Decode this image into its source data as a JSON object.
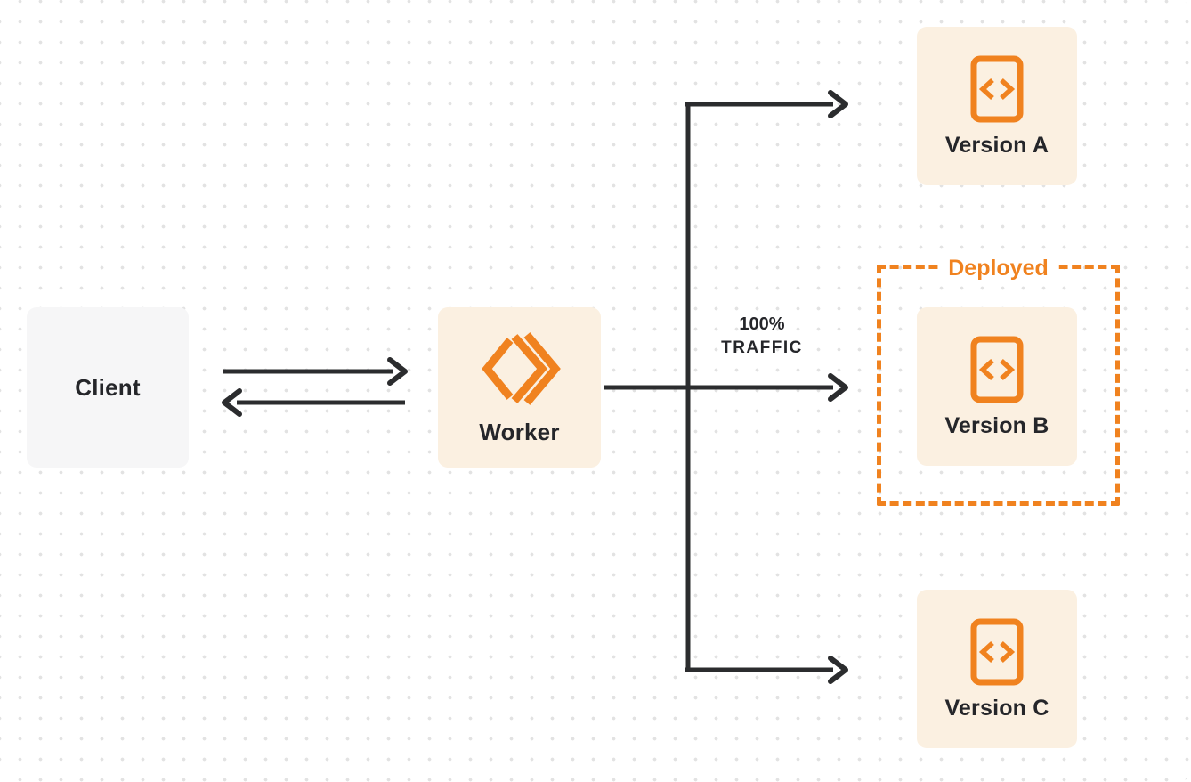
{
  "colors": {
    "accent_orange": "#f0821f",
    "cream_fill": "#fbf0e1",
    "client_fill": "#f6f6f7",
    "ink": "#25262a",
    "arrow": "#2b2c2e",
    "dot": "#e2e2e2",
    "bg": "#ffffff"
  },
  "nodes": {
    "client": {
      "label": "Client"
    },
    "worker": {
      "label": "Worker"
    },
    "versions": [
      {
        "label": "Version A",
        "deployed": false
      },
      {
        "label": "Version B",
        "deployed": true
      },
      {
        "label": "Version C",
        "deployed": false
      }
    ]
  },
  "annotations": {
    "traffic": {
      "line1": "100%",
      "line2": "TRAFFIC"
    },
    "deployed": {
      "label": "Deployed"
    }
  },
  "icons": {
    "worker": "workers-double-chevron-icon",
    "version": "code-document-icon"
  },
  "connectors": [
    {
      "name": "client-worker-request-arrow",
      "from": "client",
      "to": "worker",
      "direction": "right"
    },
    {
      "name": "worker-client-response-arrow",
      "from": "worker",
      "to": "client",
      "direction": "left"
    },
    {
      "name": "worker-to-version-b-arrow",
      "from": "worker",
      "to": "version-b",
      "label": "100% TRAFFIC"
    },
    {
      "name": "traffic-split-trunk",
      "from": "split-point",
      "to": "split-point"
    },
    {
      "name": "trunk-to-version-a-arrow",
      "from": "split-point",
      "to": "version-a"
    },
    {
      "name": "trunk-to-version-c-arrow",
      "from": "split-point",
      "to": "version-c"
    }
  ]
}
